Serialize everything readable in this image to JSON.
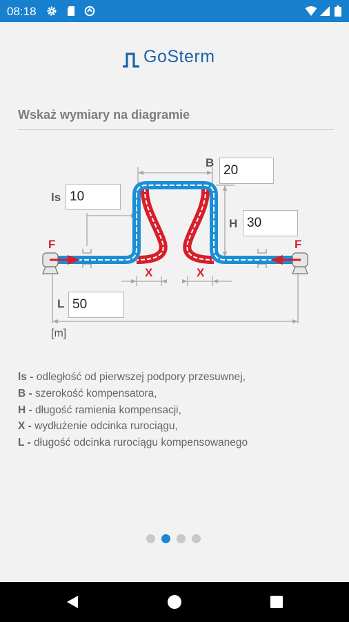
{
  "status_bar": {
    "time": "08:18",
    "icons_left": [
      "settings-icon",
      "sd-card-icon",
      "data-saver-icon"
    ],
    "icons_right": [
      "wifi-icon",
      "signal-icon",
      "battery-icon"
    ]
  },
  "app": {
    "logo_text": "GoSterm",
    "brand_color": "#1d63a8",
    "accent_color": "#1e86d4"
  },
  "section": {
    "title": "Wskaż wymiary na diagramie"
  },
  "diagram": {
    "label_b": "B",
    "label_ls": "ls",
    "label_h": "H",
    "label_l": "L",
    "label_x_left": "X",
    "label_x_right": "X",
    "label_f_left": "F",
    "label_f_right": "F",
    "units": "[m]",
    "inputs": {
      "b_value": "20",
      "ls_value": "10",
      "h_value": "30",
      "l_value": "50"
    },
    "colors": {
      "pipe": "#1a8fd6",
      "expansion": "#d81e2a",
      "dimension": "#a8a8a8"
    }
  },
  "legend": [
    {
      "key": "ls -",
      "text": " odległość od pierwszej podpory przesuwnej,"
    },
    {
      "key": "B -",
      "text": " szerokość kompensatora,"
    },
    {
      "key": "H -",
      "text": " długość ramienia kompensacji,"
    },
    {
      "key": "X -",
      "text": " wydłużenie odcinka rurociągu,"
    },
    {
      "key": "L -",
      "text": " długość odcinka rurociągu kompensowanego"
    }
  ],
  "pager": {
    "pages": 4,
    "active_index": 1
  },
  "nav_bar": {
    "buttons": [
      "back-icon",
      "home-icon",
      "recents-icon"
    ]
  }
}
